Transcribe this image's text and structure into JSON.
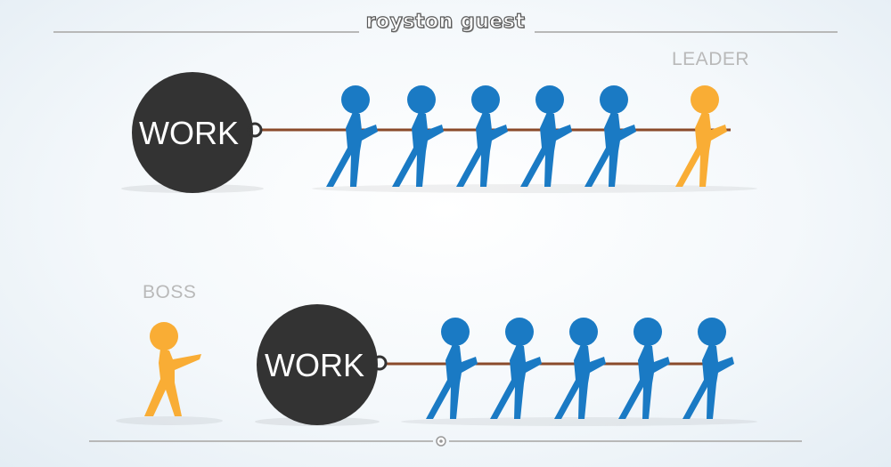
{
  "brand": {
    "text": "royston guest"
  },
  "top_scene": {
    "label": "LEADER",
    "weight_text": "WORK",
    "team_size": 5
  },
  "bottom_scene": {
    "label": "BOSS",
    "weight_text": "WORK",
    "team_size": 5
  },
  "colors": {
    "team": "#1a7ac4",
    "leader": "#f9ad35",
    "weight": "#333333",
    "rope": "#8a4a2a",
    "label": "#b9b9b9"
  },
  "icons": [
    "work-weight-icon",
    "person-icon",
    "rope-icon",
    "slider-dot-icon"
  ]
}
